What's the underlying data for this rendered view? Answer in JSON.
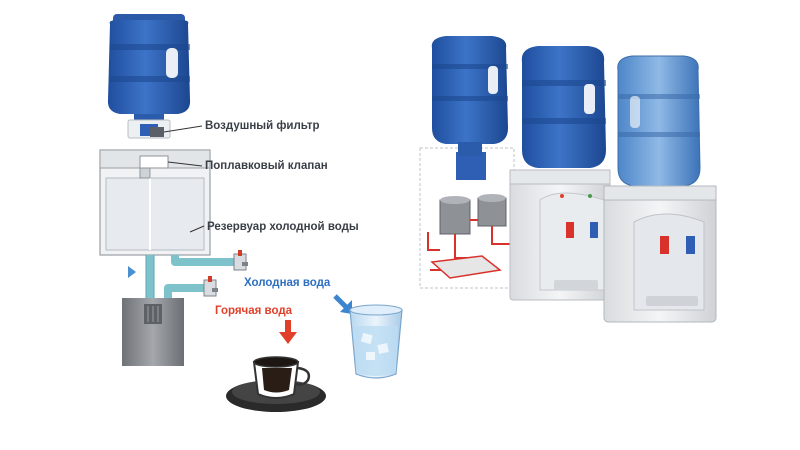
{
  "labels": {
    "air_filter": "Воздушный фильтр",
    "float_valve": "Поплавковый клапан",
    "cold_reservoir": "Резервуар холодной воды",
    "cold_water": "Холодная вода",
    "hot_water": "Горячая вода"
  },
  "colors": {
    "bottle_blue": "#2f5fb5",
    "cold_water_blue": "#2f6fc0",
    "hot_water_red": "#e0402a",
    "pipe_teal": "#7ec3cc",
    "heater_gray": "#8e9196",
    "cabinet_white": "#eef0f2"
  },
  "icons": [
    "water-bottle",
    "hot-water-arrow",
    "cold-water-arrow",
    "coffee-cup",
    "water-glass",
    "faucet"
  ]
}
